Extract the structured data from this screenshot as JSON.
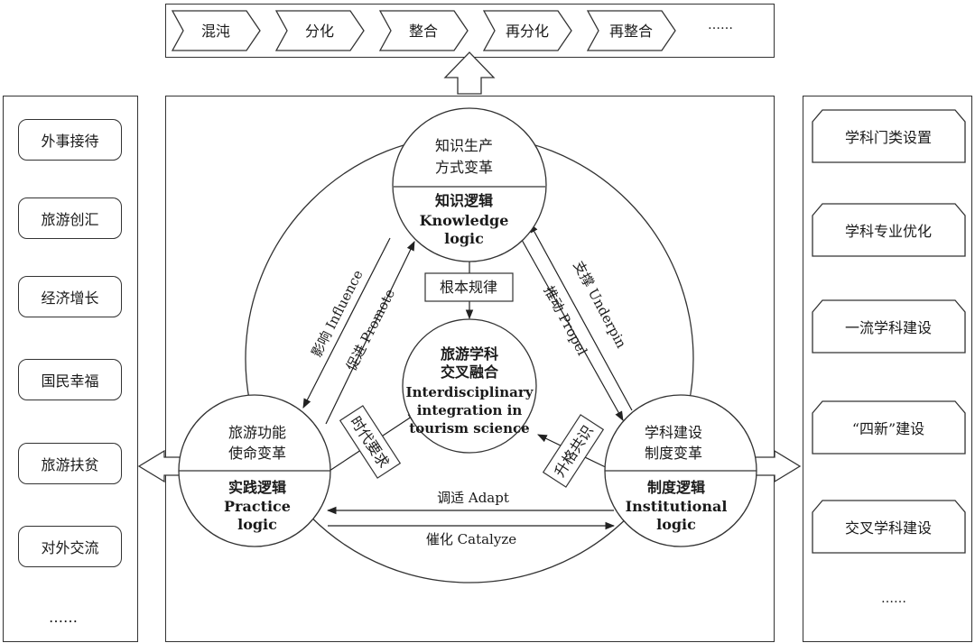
{
  "top_sequence": {
    "stages": [
      "混沌",
      "分化",
      "整合",
      "再分化",
      "再整合"
    ],
    "ellipsis": "……"
  },
  "left_panel": {
    "items": [
      "外事接待",
      "旅游创汇",
      "经济增长",
      "国民幸福",
      "旅游扶贫",
      "对外交流"
    ],
    "ellipsis": "……"
  },
  "right_panel": {
    "items": [
      "学科门类设置",
      "学科专业优化",
      "一流学科建设",
      "“四新”建设",
      "交叉学科建设"
    ],
    "ellipsis": "……"
  },
  "center": {
    "line1": "旅游学科",
    "line2": "交叉融合",
    "en1": "Interdisciplinary",
    "en2": "integration in",
    "en3": "tourism science"
  },
  "knowledge": {
    "top1": "知识生产",
    "top2": "方式变革",
    "cn": "知识逻辑",
    "en1": "Knowledge",
    "en2": "logic"
  },
  "practice": {
    "top1": "旅游功能",
    "top2": "使命变革",
    "cn": "实践逻辑",
    "en1": "Practice",
    "en2": "logic"
  },
  "institutional": {
    "top1": "学科建设",
    "top2": "制度变革",
    "cn": "制度逻辑",
    "en1": "Institutional",
    "en2": "logic"
  },
  "labels": {
    "fundamental": "根本规律",
    "era": "时代要求",
    "upgrade": "升格共识",
    "influence": "影响 Influence",
    "promote": "促进 Promote",
    "underpin": "支撑 Underpin",
    "propel": "推动 Propel",
    "adapt": "调适 Adapt",
    "catalyze": "催化 Catalyze"
  }
}
